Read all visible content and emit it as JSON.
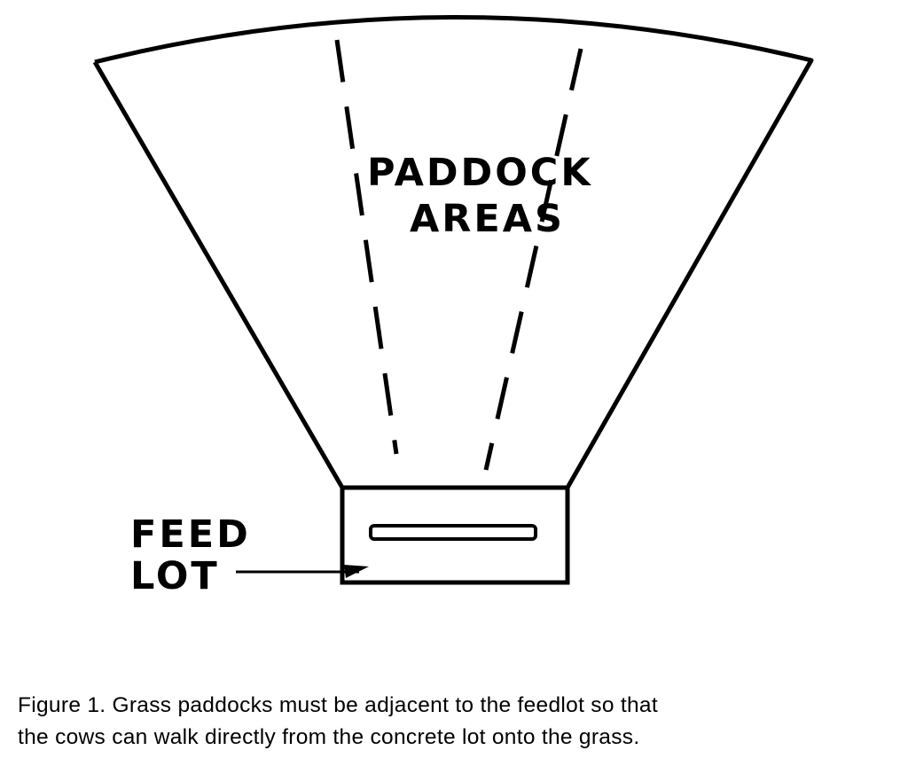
{
  "labels": {
    "paddock_line1": "PADDOCK",
    "paddock_line2": "AREAS",
    "feedlot_line1": "FEED",
    "feedlot_line2": "LOT"
  },
  "caption": {
    "line1": "Figure 1. Grass paddocks must be adjacent to the feedlot so that",
    "line2": "the cows can walk directly from the concrete lot onto the grass."
  }
}
